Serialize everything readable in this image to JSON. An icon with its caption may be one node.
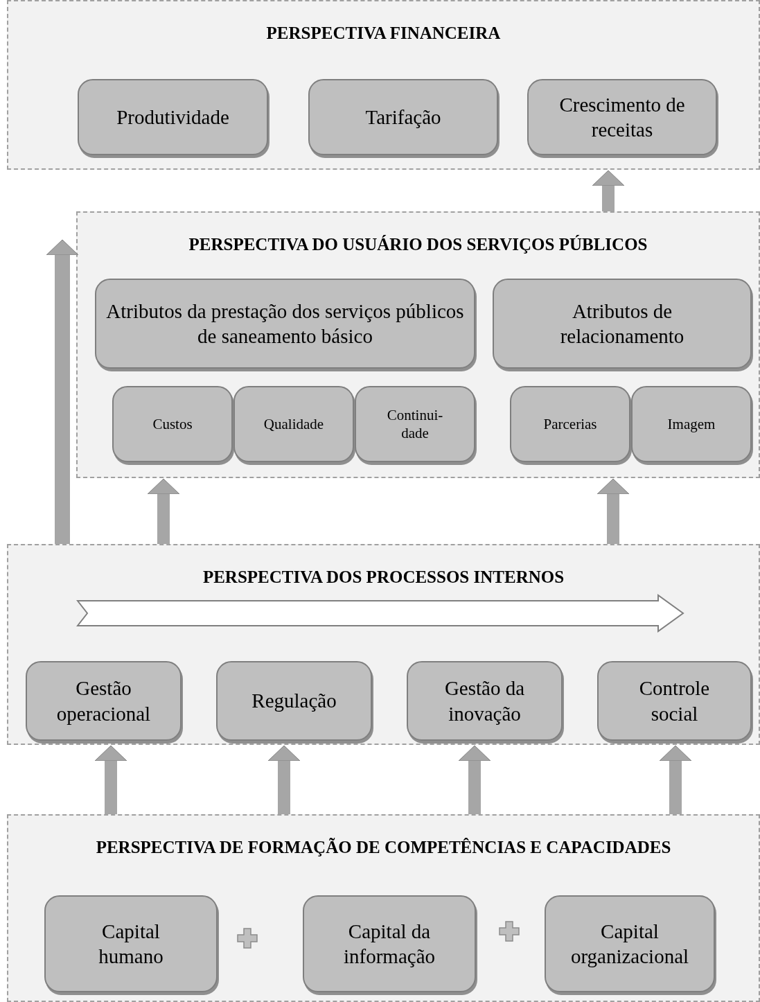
{
  "diagram": {
    "nodes": [
      {
        "text": [
          "PERSPECTIVA FINANCEIRA"
        ]
      },
      {
        "text": [
          "Produtividade"
        ],
        "in": 0
      },
      {
        "text": [
          "Tarifação"
        ],
        "in": 0
      },
      {
        "text": [
          "Crescimento de receitas"
        ],
        "in": 0
      },
      {
        "text": [
          "PERSPECTIVA DO USUÁRIO DOS SERVIÇOS PÚBLICOS"
        ]
      },
      {
        "text": [
          "Atributos da prestação dos serviços públicos de saneamento básico"
        ],
        "in": 4
      },
      {
        "text": [
          "Atributos de relacionamento"
        ],
        "in": 4
      },
      {
        "text": [
          "Custos"
        ],
        "in": 4
      },
      {
        "text": [
          "Qualidade"
        ],
        "in": 4
      },
      {
        "text": [
          "Continui-dade"
        ],
        "in": 4
      },
      {
        "text": [
          "Parcerias"
        ],
        "in": 4
      },
      {
        "text": [
          "Imagem"
        ],
        "in": 4
      },
      {
        "text": [
          "PERSPECTIVA DOS PROCESSOS INTERNOS"
        ]
      },
      {
        "text": [
          "Gestão operacional"
        ],
        "in": 12
      },
      {
        "text": [
          "Regulação"
        ],
        "in": 12
      },
      {
        "text": [
          "Gestão da inovação"
        ],
        "in": 12
      },
      {
        "text": [
          "Controle social"
        ],
        "in": 12
      },
      {
        "text": [
          "PERSPECTIVA DE FORMAÇÃO DE COMPETÊNCIAS E CAPACIDADES"
        ]
      },
      {
        "text": [
          "Capital humano"
        ],
        "in": 17
      },
      {
        "text": [
          "Capital da informação"
        ],
        "in": 17
      },
      {
        "text": [
          "Capital organizacional"
        ],
        "in": 17
      }
    ],
    "edges": [
      {
        "from": 4,
        "to": 0,
        "arrow": "to"
      },
      {
        "from": 12,
        "to": 4,
        "arrow": "to"
      },
      {
        "from": 12,
        "to": 4,
        "arrow": "to"
      },
      {
        "from": 17,
        "to": 12,
        "arrow": "to"
      },
      {
        "from": 17,
        "to": 12,
        "arrow": "to"
      },
      {
        "from": 17,
        "to": 12,
        "arrow": "to"
      },
      {
        "from": 17,
        "to": 12,
        "arrow": "to"
      },
      {
        "from": 12,
        "to": 4,
        "arrow": "to"
      }
    ]
  }
}
